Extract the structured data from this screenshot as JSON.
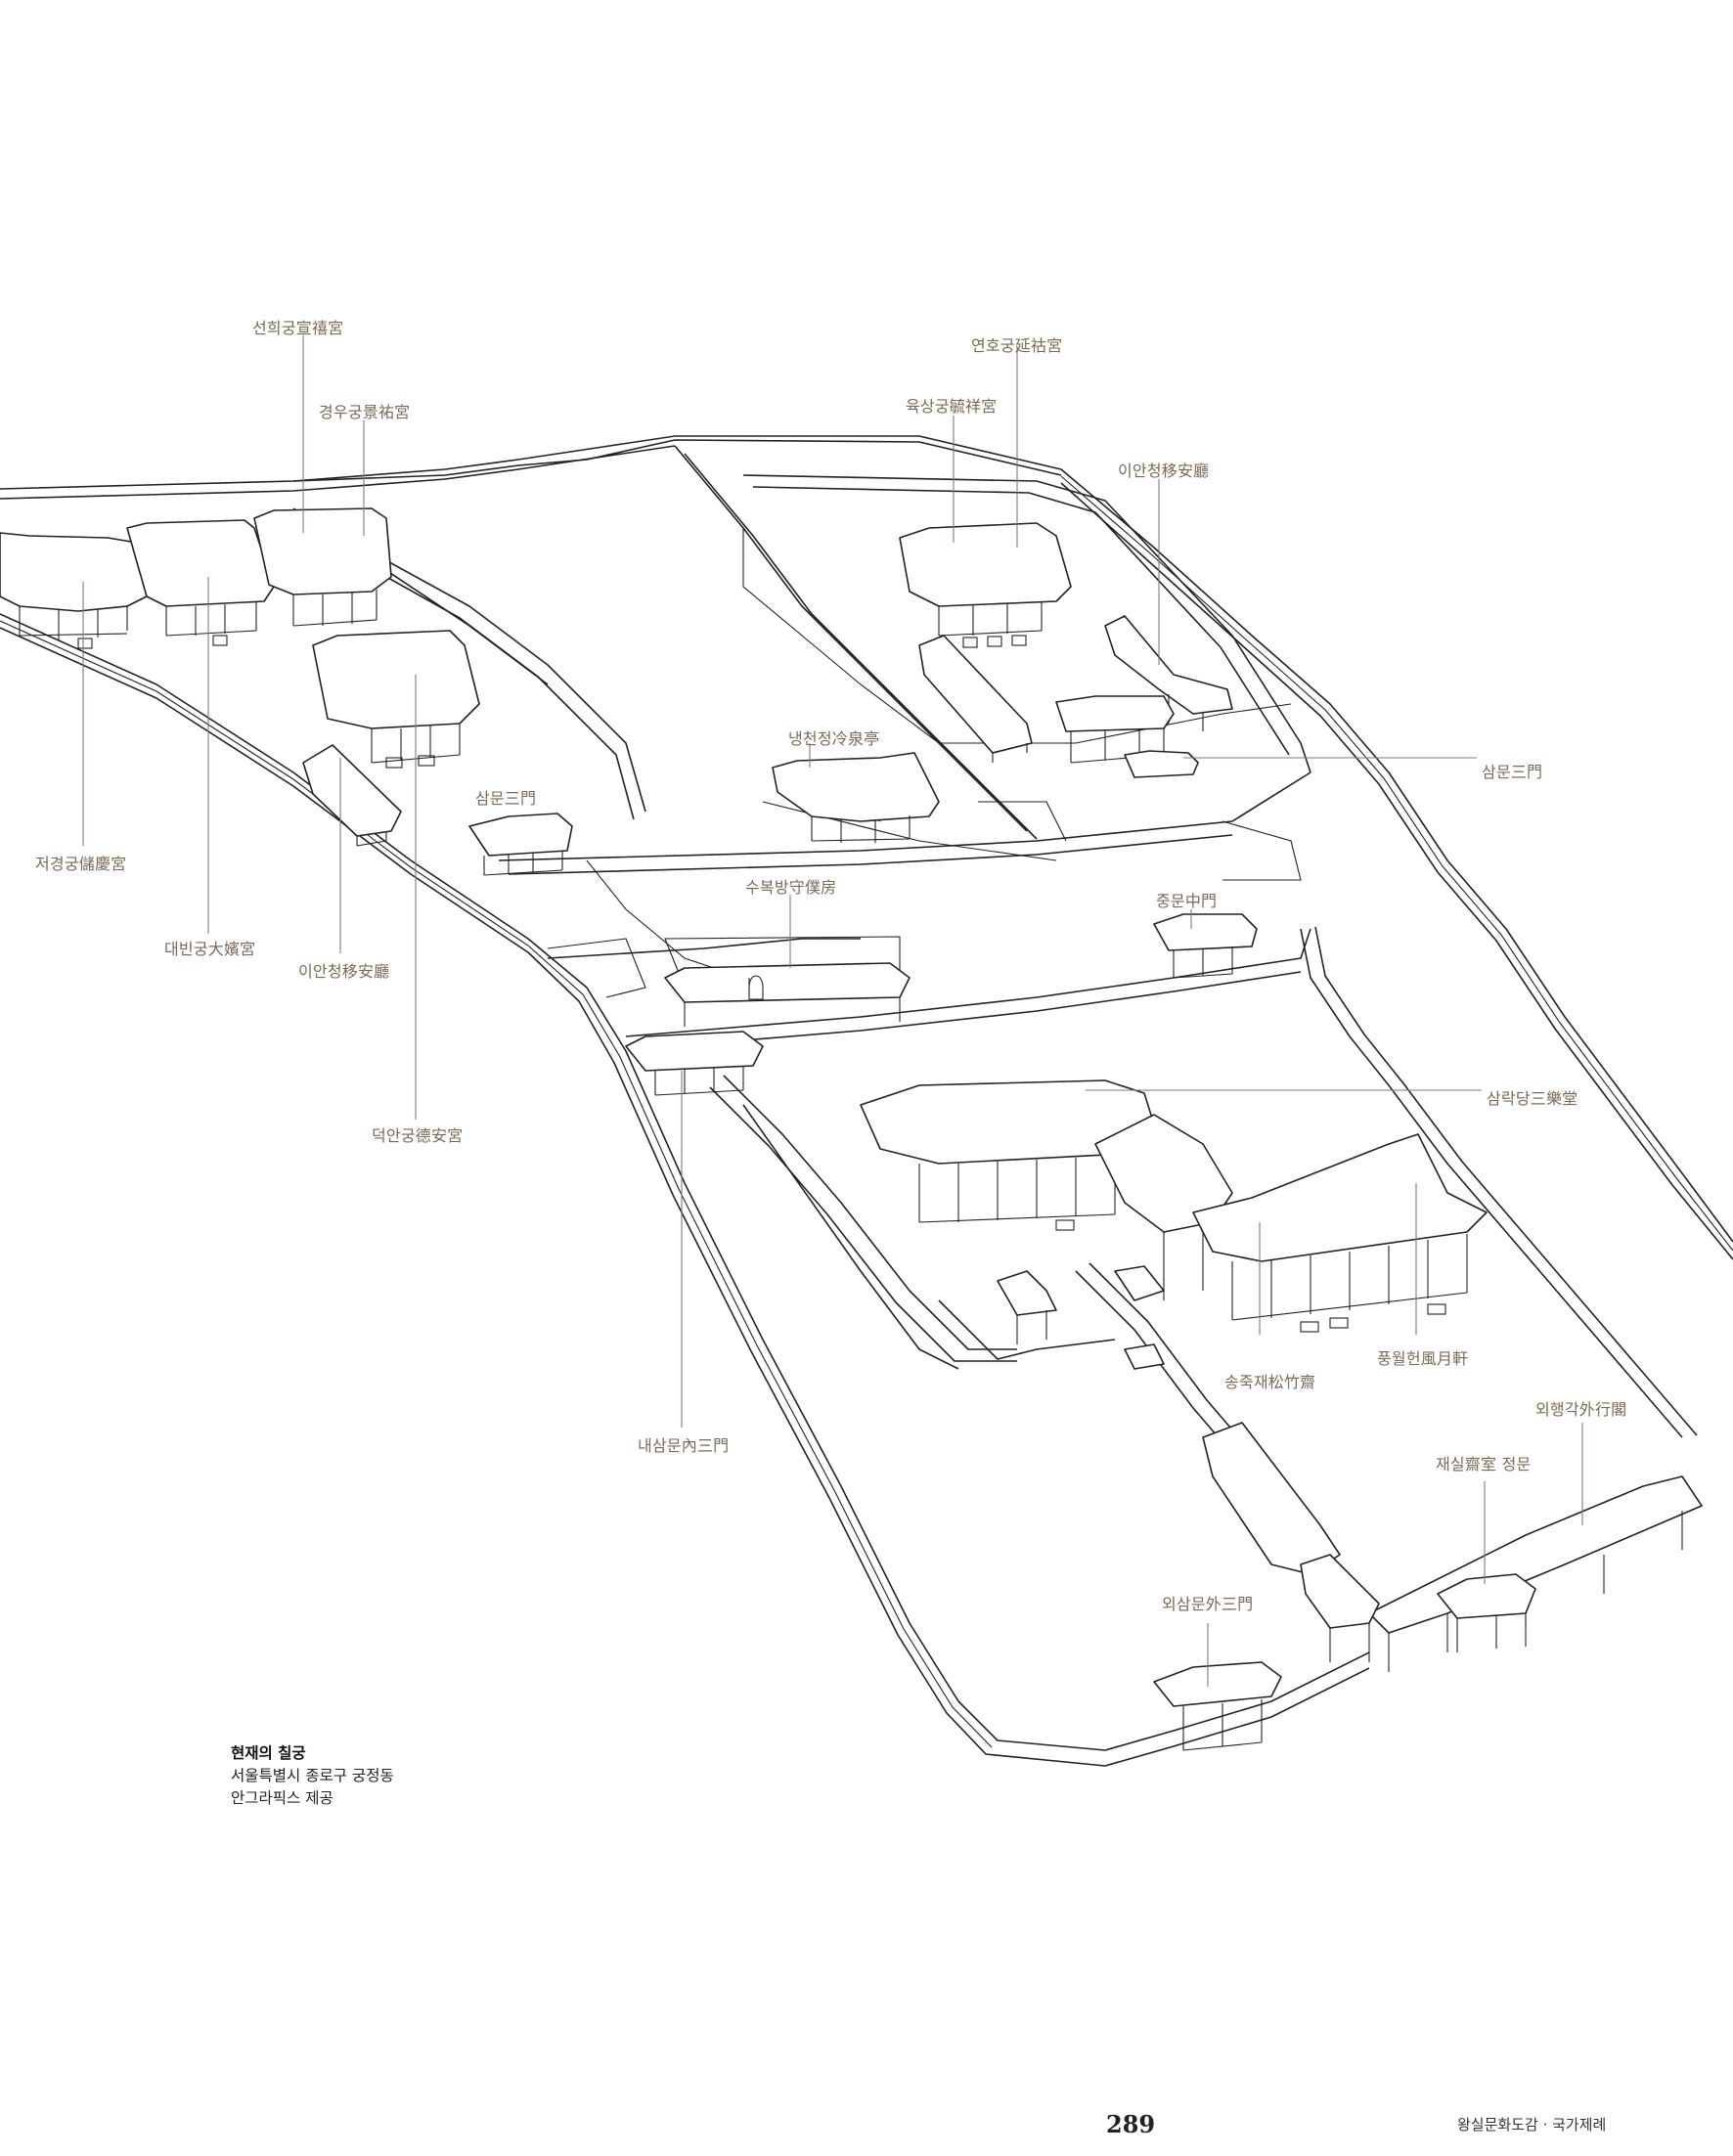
{
  "labels": {
    "seonhuigung": "선희궁宣禧宮",
    "gyeongugung": "경우궁景祐宮",
    "yeonhogung": "연호궁延祜宮",
    "yuksanggung": "육상궁毓祥宮",
    "ianchung_right": "이안청移安廳",
    "naengcheonjeong": "냉천정冷泉亭",
    "sammun_left": "삼문三門",
    "sammun_right": "삼문三門",
    "jeogyeonggung": "저경궁儲慶宮",
    "subokbang": "수복방守僕房",
    "jungmun": "중문中門",
    "daebingung": "대빈궁大嬪宮",
    "ianchung_left": "이안청移安廳",
    "samnakdang": "삼락당三樂堂",
    "deogangung": "덕안궁德安宮",
    "songjukjae": "송죽재松竹齋",
    "pungwolheon": "풍월헌風月軒",
    "oehaenggak": "외행각外行閣",
    "naesammun": "내삼문內三門",
    "jaesil_jeongmun": "재실齋室 정문",
    "oesammun": "외삼문外三門"
  },
  "caption": {
    "title": "현재의 칠궁",
    "location": "서울특별시 종로구 궁정동",
    "credit": "안그라픽스 제공"
  },
  "footer": {
    "page_number": "289",
    "running_head": "왕실문화도감 · 국가제례"
  },
  "colors": {
    "label": "#7a6a55",
    "leader": "#8a7a66",
    "linework": "#222222"
  }
}
